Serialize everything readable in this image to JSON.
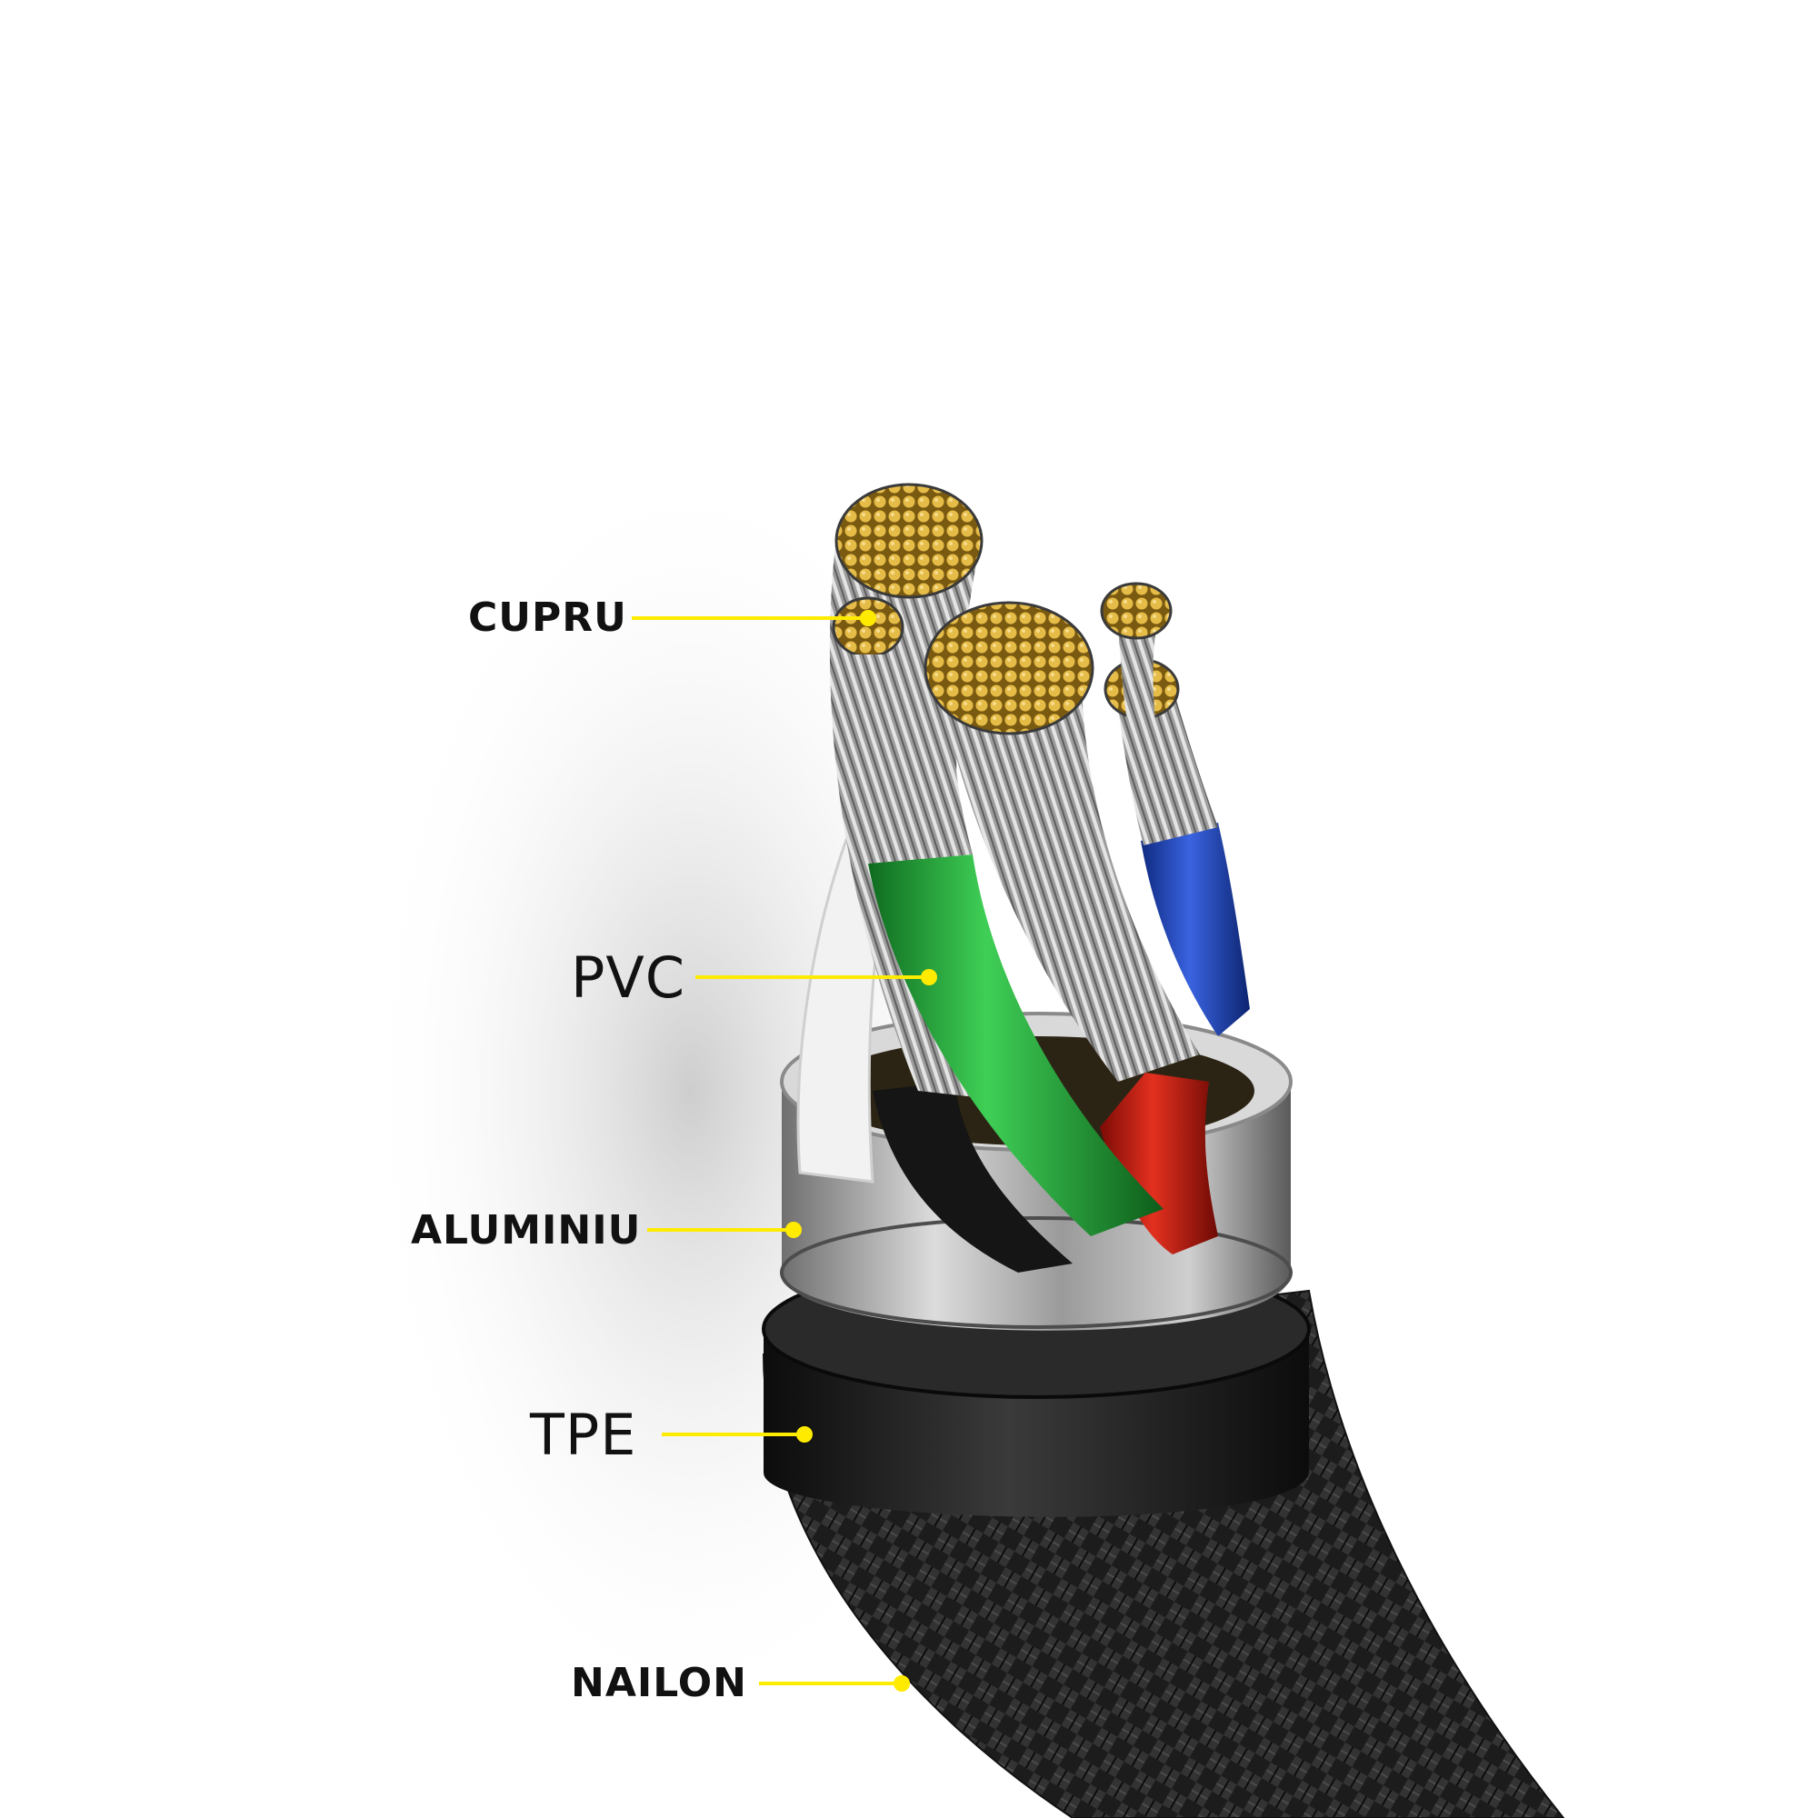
{
  "colors": {
    "background": "#ffffff",
    "leader_line": "#ffeb00",
    "label_text": "#111111",
    "copper": "#e0b33a",
    "insulation_green": "#1f9c33",
    "insulation_blue": "#1b3fb0",
    "insulation_red": "#c81a12",
    "insulation_black": "#151515",
    "insulation_white": "#f2f2f2",
    "aluminium": "#b9b9b9",
    "tpe": "#1b1b1b",
    "nylon_braid": "#262626"
  },
  "labels": [
    {
      "id": "cupru",
      "text": "CUPRU"
    },
    {
      "id": "pvc",
      "text": "PVC"
    },
    {
      "id": "aluminiu",
      "text": "ALUMINIU"
    },
    {
      "id": "tpe",
      "text": "TPE"
    },
    {
      "id": "nailon",
      "text": "NAILON"
    }
  ]
}
